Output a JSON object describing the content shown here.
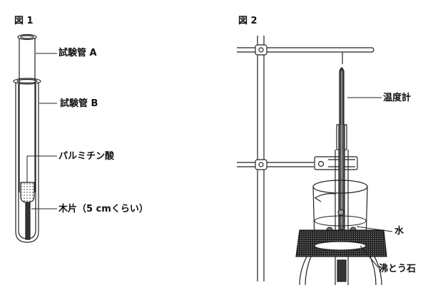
{
  "figure1": {
    "title": "図 1",
    "labels": {
      "tube_a": "試験管 A",
      "tube_b": "試験管 B",
      "palmitic_acid": "パルミチン酸",
      "wood": "木片（5 cmくらい）"
    }
  },
  "figure2": {
    "title": "図 2",
    "labels": {
      "thermometer": "温度計",
      "water": "水",
      "boiling_stone": "沸とう石"
    }
  }
}
